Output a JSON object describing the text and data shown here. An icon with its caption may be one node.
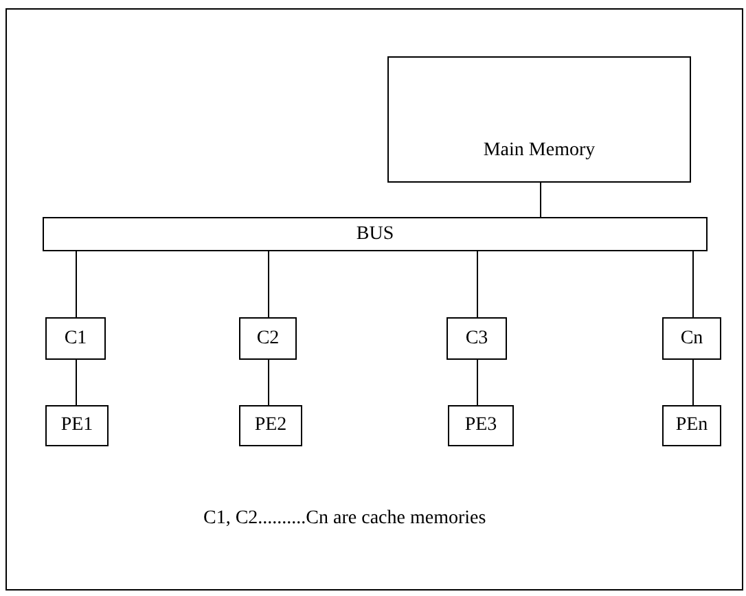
{
  "diagram": {
    "nodes": [
      {
        "text": [
          "Main Memory"
        ]
      },
      {
        "text": [
          "BUS"
        ]
      },
      {
        "text": [
          "C1"
        ]
      },
      {
        "text": [
          "C2"
        ]
      },
      {
        "text": [
          "C3"
        ]
      },
      {
        "text": [
          "Cn"
        ]
      },
      {
        "text": [
          "PE1"
        ]
      },
      {
        "text": [
          "PE2"
        ]
      },
      {
        "text": [
          "PE3"
        ]
      },
      {
        "text": [
          "PEn"
        ]
      }
    ],
    "edges": [
      {
        "from": 0,
        "to": 1,
        "arrow": "none"
      },
      {
        "from": 1,
        "to": 2,
        "arrow": "none"
      },
      {
        "from": 1,
        "to": 3,
        "arrow": "none"
      },
      {
        "from": 1,
        "to": 4,
        "arrow": "none"
      },
      {
        "from": 1,
        "to": 5,
        "arrow": "none"
      },
      {
        "from": 2,
        "to": 6,
        "arrow": "none"
      },
      {
        "from": 3,
        "to": 7,
        "arrow": "none"
      },
      {
        "from": 4,
        "to": 8,
        "arrow": "none"
      },
      {
        "from": 5,
        "to": 9,
        "arrow": "none"
      }
    ],
    "labels": [
      "C1, C2..........Cn are cache memories"
    ]
  }
}
